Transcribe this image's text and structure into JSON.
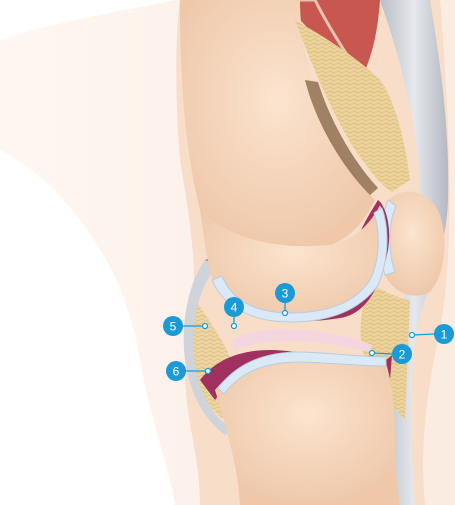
{
  "colors": {
    "skin_outer": "#fde9dc",
    "skin_inner": "#f6d5c1",
    "bone": "#f9dcc4",
    "bone_shade": "#eec3a5",
    "cartilage": "#dbe9f6",
    "cartilage_edge": "#b7cde3",
    "synovium": "#a0305e",
    "fat_pad": "#ecd49e",
    "tendon": "#c9ccd3",
    "muscle": "#c0504d",
    "marker": "#1a9ad6"
  },
  "markers": [
    {
      "id": "m1",
      "label": "1"
    },
    {
      "id": "m2",
      "label": "2"
    },
    {
      "id": "m3",
      "label": "3"
    },
    {
      "id": "m4",
      "label": "4"
    },
    {
      "id": "m5",
      "label": "5"
    },
    {
      "id": "m6",
      "label": "6"
    }
  ]
}
